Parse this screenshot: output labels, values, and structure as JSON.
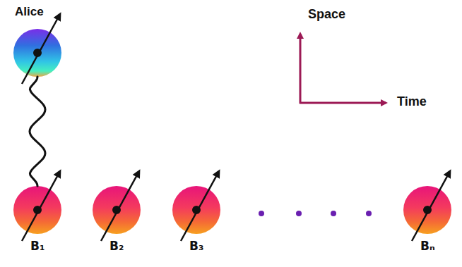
{
  "diagram": {
    "nodes": [
      {
        "text": [
          "Alice"
        ]
      },
      {
        "text": [
          "B₁"
        ]
      },
      {
        "text": [
          "B₂"
        ]
      },
      {
        "text": [
          "B₃"
        ]
      },
      {
        "text": [
          "Bₙ"
        ]
      }
    ],
    "edges": [
      {
        "from": 0,
        "to": 1,
        "arrow": "none"
      }
    ],
    "labels": [
      "Space",
      "Time"
    ]
  }
}
